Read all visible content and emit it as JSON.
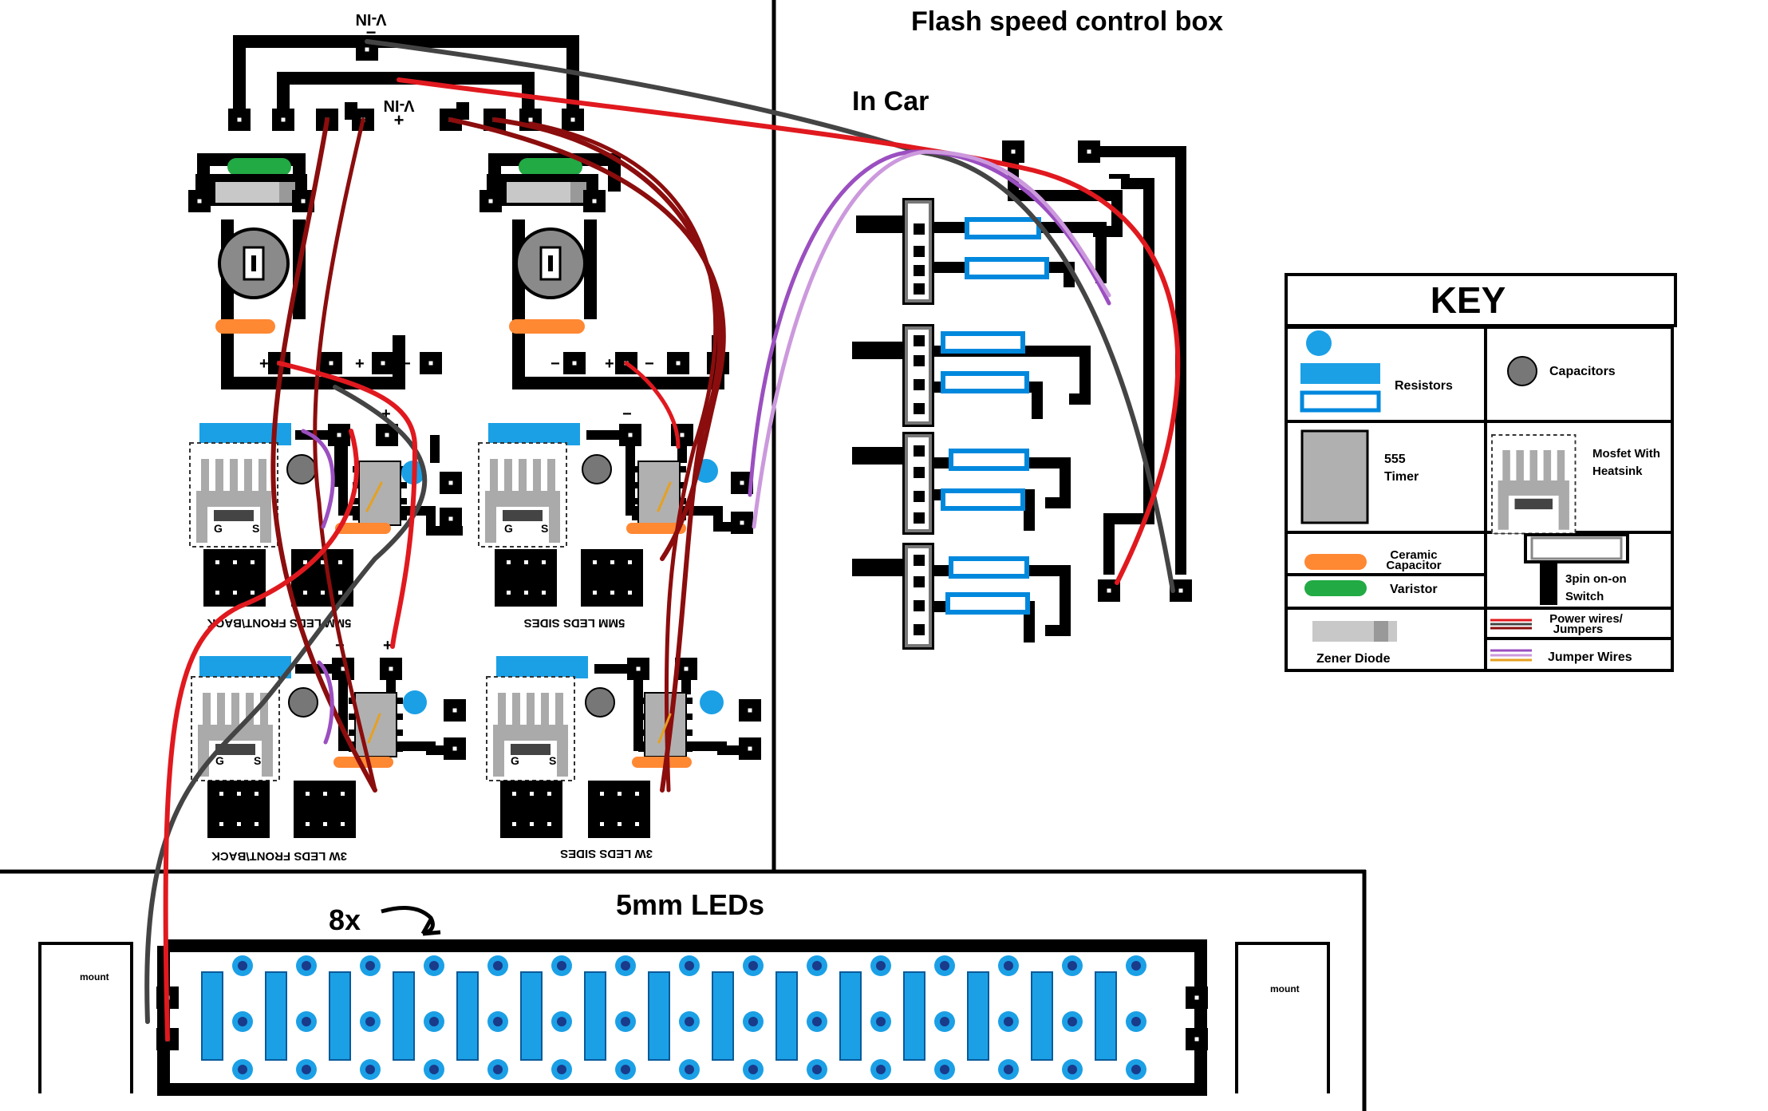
{
  "headings": {
    "flash_box": "Flash speed control box",
    "in_car": "In Car",
    "strip": "5mm LEDs",
    "count": "8x"
  },
  "power_labels": {
    "top": "V-IN",
    "top_sign": "−",
    "mid": "V-IN",
    "mid_sign": "+"
  },
  "pad_signs": {
    "plus": "+",
    "minus": "−",
    "gate": "G",
    "source": "S"
  },
  "board_labels": {
    "b1": "5MM LEDS FRONT\\BACK",
    "b2": "5MM LEDS SIDES",
    "b3": "3W LEDS FRONT\\BACK",
    "b4": "3W LEDS SIDES"
  },
  "mounts": {
    "left": "mount",
    "right": "mount"
  },
  "key": {
    "title": "KEY",
    "resistors": "Resistors",
    "capacitors": "Capacitors",
    "timer_line1": "555",
    "timer_line2": "Timer",
    "mosfet_line1": "Mosfet With",
    "mosfet_line2": "Heatsink",
    "ceramic_line1": "Ceramic",
    "ceramic_line2": "Capacitor",
    "varistor": "Varistor",
    "switch_line1": "3pin on-on",
    "switch_line2": "Switch",
    "zener": "Zener Diode",
    "power_line1": "Power wires/",
    "power_line2": "Jumpers",
    "jumper": "Jumper Wires"
  },
  "colors": {
    "trace": "#000000",
    "resistor_blue": "#0088dd",
    "resistor_fill": "#1ba0e6",
    "varistor": "#22aa44",
    "ceramic": "#ff8833",
    "zener": "#c8c8c8",
    "wire_red": "#e0191f",
    "wire_darkred": "#8b0d0d",
    "wire_gray": "#444444",
    "wire_purple": "#9b4fc0",
    "wire_lilac": "#cc99dd"
  }
}
